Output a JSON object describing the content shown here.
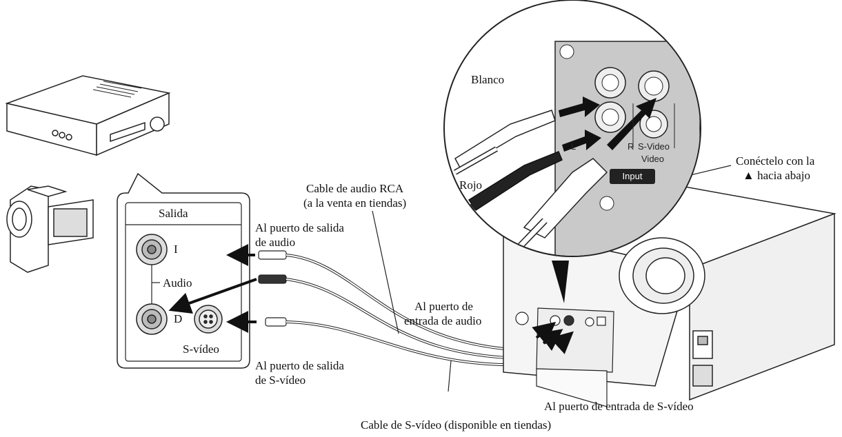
{
  "labels": {
    "blanco": "Blanco",
    "rojo": "Rojo",
    "conectelo_1": "Conéctelo con la",
    "conectelo_2": "▲ hacia abajo",
    "cable_audio_1": "Cable de audio RCA",
    "cable_audio_2": "(a la venta en tiendas)",
    "salida_audio_1": "Al puerto de salida",
    "salida_audio_2": "de audio",
    "entrada_audio_1": "Al puerto de",
    "entrada_audio_2": "entrada de audio",
    "salida_svideo_1": "Al puerto de salida",
    "salida_svideo_2": "de S-vídeo",
    "entrada_svideo": "Al puerto de entrada de S-vídeo",
    "cable_svideo": "Cable de S-vídeo (disponible en tiendas)"
  },
  "panel": {
    "title": "Salida",
    "port_i": "I",
    "port_d": "D",
    "audio": "Audio",
    "svideo": "S-vídeo"
  },
  "projector_panel": {
    "input_tag": "Input",
    "port_l": "L",
    "port_r": "R",
    "svideo": "S-Video",
    "video": "Video"
  }
}
